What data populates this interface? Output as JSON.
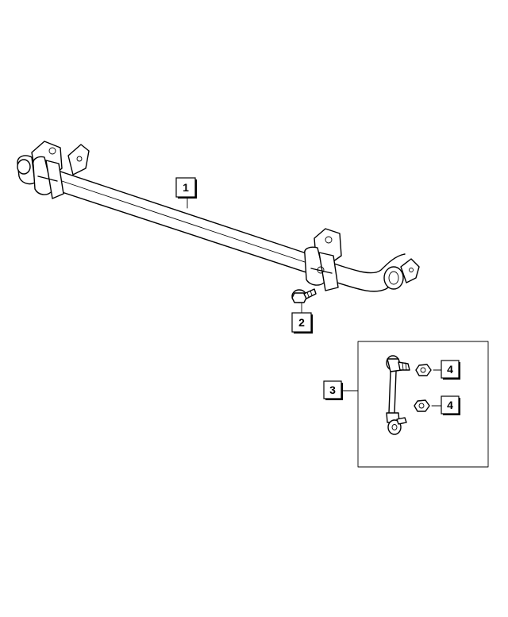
{
  "callouts": {
    "c1": "1",
    "c2": "2",
    "c3": "3",
    "c4a": "4",
    "c4b": "4"
  },
  "parts": [
    {
      "name": "stabilizer-bar"
    },
    {
      "name": "bolt"
    },
    {
      "name": "stabilizer-link"
    },
    {
      "name": "nut"
    }
  ]
}
